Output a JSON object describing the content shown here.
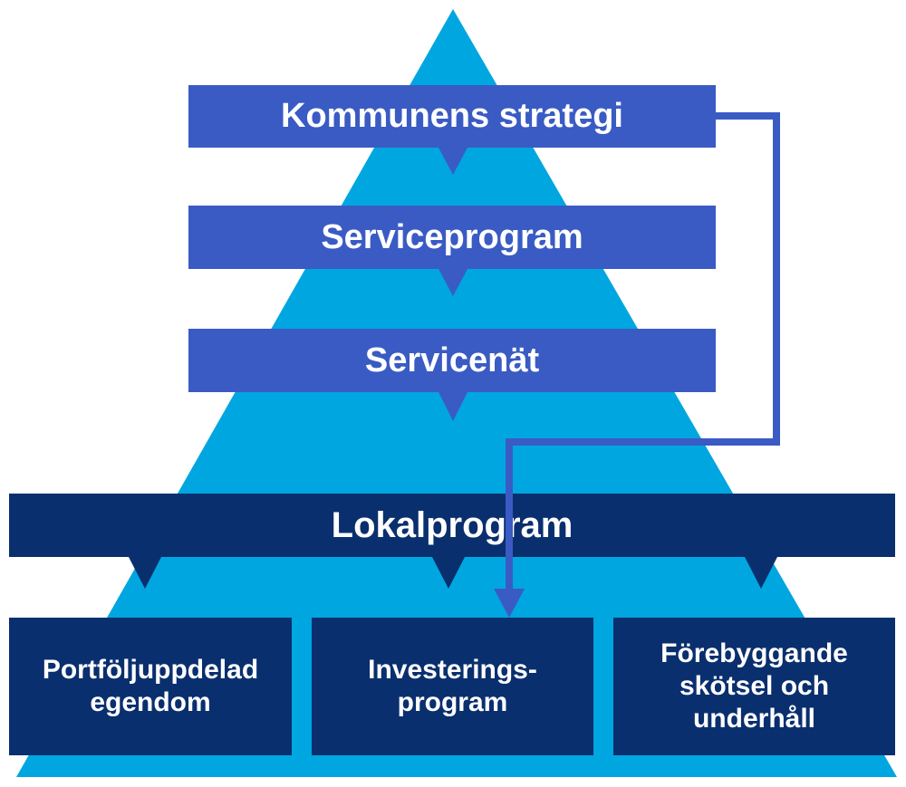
{
  "colors": {
    "pyramid": "#00a6e0",
    "blue_box": "#3a5bc4",
    "navy_box": "#0a2f6e",
    "connector": "#3a5bc4"
  },
  "levels": {
    "strategy": "Kommunens strategi",
    "service_program": "Serviceprogram",
    "service_network": "Servicenät",
    "premises_program": "Lokalprogram"
  },
  "outputs": [
    {
      "lines": [
        "Portföljuppdelad",
        "egendom"
      ]
    },
    {
      "lines": [
        "Investerings-",
        "program"
      ]
    },
    {
      "lines": [
        "Förebyggande",
        "skötsel och",
        "underhåll"
      ]
    }
  ]
}
